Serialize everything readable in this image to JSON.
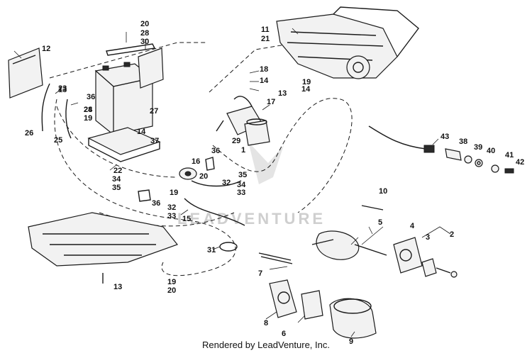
{
  "diagram": {
    "callouts": [
      "1",
      "2",
      "3",
      "4",
      "5",
      "6",
      "7",
      "8",
      "9",
      "10",
      "11",
      "12",
      "13",
      "13",
      "13",
      "14",
      "14",
      "14",
      "15",
      "16",
      "17",
      "18",
      "19",
      "19",
      "19",
      "19",
      "20",
      "20",
      "20",
      "21",
      "22",
      "23",
      "24",
      "25",
      "26",
      "27",
      "28",
      "28",
      "29",
      "30",
      "31",
      "32",
      "32",
      "33",
      "33",
      "34",
      "34",
      "35",
      "35",
      "36",
      "36",
      "36",
      "37",
      "38",
      "39",
      "40",
      "41",
      "42",
      "43"
    ],
    "watermark": "LEADVENTURE"
  },
  "footer": {
    "text": "Rendered by LeadVenture, Inc."
  }
}
